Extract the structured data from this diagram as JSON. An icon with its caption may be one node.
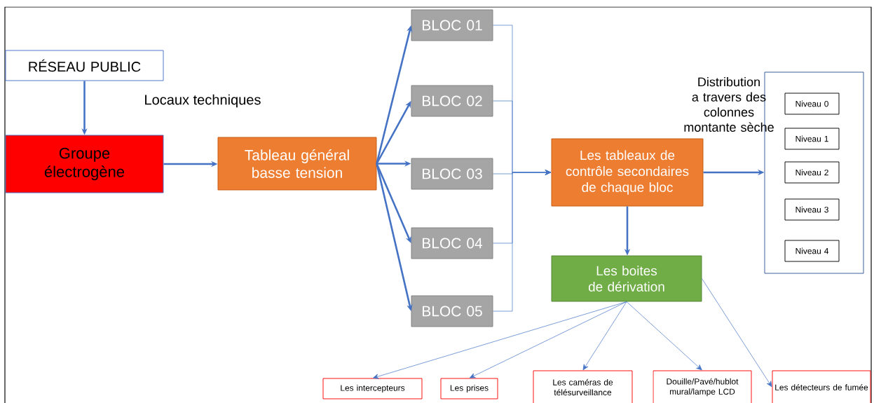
{
  "diagram": {
    "nodes": [
      {
        "text": [
          "RÉSEAU PUBLIC"
        ]
      },
      {
        "text": [
          "Groupe électrogène"
        ]
      },
      {
        "text": [
          "Tableau général basse tension"
        ]
      },
      {
        "text": [
          "BLOC 01"
        ]
      },
      {
        "text": [
          "BLOC 02"
        ]
      },
      {
        "text": [
          "BLOC 03"
        ]
      },
      {
        "text": [
          "BLOC 04"
        ]
      },
      {
        "text": [
          "BLOC 05"
        ]
      },
      {
        "text": [
          "Les tableaux de contrôle secondaires de chaque bloc"
        ]
      },
      {
        "text": [
          "Distribution a travers des colonnes montante sèche"
        ]
      },
      {
        "text": [
          "Niveau 0"
        ],
        "in": 9
      },
      {
        "text": [
          "Niveau 1"
        ],
        "in": 9
      },
      {
        "text": [
          "Niveau 2"
        ],
        "in": 9
      },
      {
        "text": [
          "Niveau 3"
        ],
        "in": 9
      },
      {
        "text": [
          "Niveau 4"
        ],
        "in": 9
      },
      {
        "text": [
          "Les boites de dérivation"
        ]
      },
      {
        "text": [
          "Les intercepteurs"
        ]
      },
      {
        "text": [
          "Les prises"
        ]
      },
      {
        "text": [
          "Les caméras de télésurveillance"
        ]
      },
      {
        "text": [
          "Douille/Pavé/hublot mural/lampe LCD"
        ]
      },
      {
        "text": [
          "Les détecteurs de fumée"
        ]
      }
    ],
    "edges": [
      {
        "from": 0,
        "to": 1,
        "arrow": "to",
        "style": "thick"
      },
      {
        "from": 1,
        "to": 2,
        "arrow": "to",
        "style": "thick"
      },
      {
        "from": 2,
        "to": 3,
        "arrow": "to",
        "style": "thick"
      },
      {
        "from": 2,
        "to": 4,
        "arrow": "to",
        "style": "thick"
      },
      {
        "from": 2,
        "to": 5,
        "arrow": "to",
        "style": "thick"
      },
      {
        "from": 2,
        "to": 6,
        "arrow": "to",
        "style": "thick"
      },
      {
        "from": 2,
        "to": 7,
        "arrow": "to",
        "style": "thick"
      },
      {
        "from": 3,
        "to": 8,
        "arrow": "to"
      },
      {
        "from": 4,
        "to": 8,
        "arrow": "to"
      },
      {
        "from": 5,
        "to": 8,
        "arrow": "to"
      },
      {
        "from": 6,
        "to": 8,
        "arrow": "to"
      },
      {
        "from": 7,
        "to": 8,
        "arrow": "to"
      },
      {
        "from": 8,
        "to": 9,
        "arrow": "to",
        "style": "thick"
      },
      {
        "from": 8,
        "to": 15,
        "arrow": "to",
        "style": "thick"
      },
      {
        "from": 15,
        "to": 16,
        "arrow": "to"
      },
      {
        "from": 15,
        "to": 17,
        "arrow": "to"
      },
      {
        "from": 15,
        "to": 18,
        "arrow": "to"
      },
      {
        "from": 15,
        "to": 19,
        "arrow": "to"
      },
      {
        "from": 15,
        "to": 20,
        "arrow": "to"
      }
    ],
    "labels": [
      "Locaux techniques"
    ]
  }
}
